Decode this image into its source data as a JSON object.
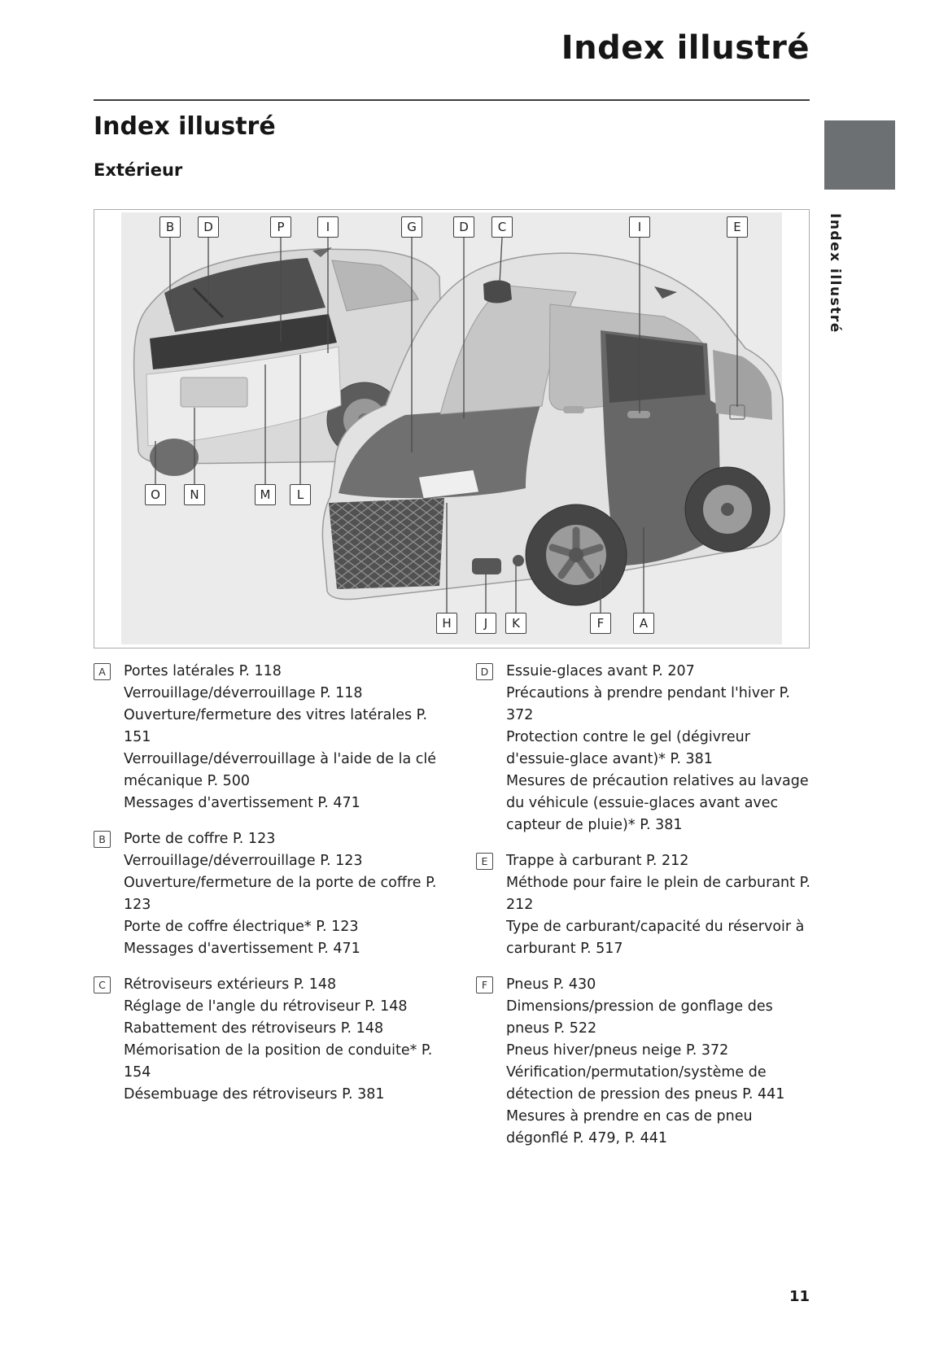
{
  "page": {
    "header_title": "Index illustré",
    "section_title": "Index illustré",
    "subsection_title": "Extérieur",
    "sidebar_tab_label": "Index illustré",
    "page_number": "11"
  },
  "colors": {
    "chapter_tab_gray": "#6d7072",
    "diagram_background": "#ebebeb",
    "dark_panel_gray": "#676767"
  },
  "diagram": {
    "callouts": [
      "B",
      "D",
      "P",
      "I",
      "G",
      "D",
      "C",
      "I",
      "E",
      "O",
      "N",
      "M",
      "L",
      "H",
      "J",
      "K",
      "F",
      "A"
    ]
  },
  "index": {
    "left": [
      {
        "letter": "A",
        "title": "Portes latérales P. 118",
        "subs": [
          "Verrouillage/déverrouillage P. 118",
          "Ouverture/fermeture des vitres latérales P. 151",
          "Verrouillage/déverrouillage à l'aide de la clé mécanique P. 500",
          "Messages d'avertissement P. 471"
        ]
      },
      {
        "letter": "B",
        "title": "Porte de coffre P. 123",
        "subs": [
          "Verrouillage/déverrouillage P. 123",
          "Ouverture/fermeture de la porte de coffre P. 123",
          "Porte de coffre électrique* P. 123",
          "Messages d'avertissement P. 471"
        ]
      },
      {
        "letter": "C",
        "title": "Rétroviseurs extérieurs P. 148",
        "subs": [
          "Réglage de l'angle du rétroviseur P. 148",
          "Rabattement des rétroviseurs P. 148",
          "Mémorisation de la position de conduite* P. 154",
          "Désembuage des rétroviseurs P. 381"
        ]
      }
    ],
    "right": [
      {
        "letter": "D",
        "title": "Essuie-glaces avant P. 207",
        "subs": [
          "Précautions à prendre pendant l'hiver P. 372",
          "Protection contre le gel (dégivreur d'essuie-glace avant)* P. 381",
          "Mesures de précaution relatives au lavage du véhicule (essuie-glaces avant avec capteur de pluie)* P. 381"
        ]
      },
      {
        "letter": "E",
        "title": "Trappe à carburant P. 212",
        "subs": [
          "Méthode pour faire le plein de carburant P. 212",
          "Type de carburant/capacité du réservoir à carburant P. 517"
        ]
      },
      {
        "letter": "F",
        "title": "Pneus P. 430",
        "subs": [
          "Dimensions/pression de gonflage des pneus P. 522",
          "Pneus hiver/pneus neige P. 372",
          "Vérification/permutation/système de détection de pression des pneus P. 441",
          "Mesures à prendre en cas de pneu dégonflé P. 479, P. 441"
        ]
      }
    ]
  }
}
